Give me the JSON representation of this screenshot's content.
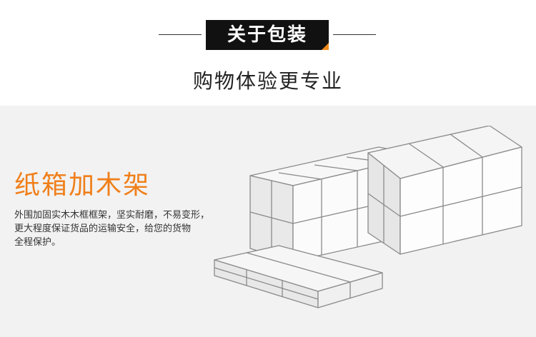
{
  "header": {
    "section_title": "关于包装",
    "subtitle": "购物体验更专业"
  },
  "feature": {
    "title": "纸箱加木架",
    "description_lines": [
      "外围加固实木木框框架，坚实耐磨，不易变形，",
      "更大程度保证货品的运输安全，给您的货物",
      "全程保护。"
    ]
  },
  "colors": {
    "accent": "#f07f1a",
    "title_bg": "#111111",
    "panel_bg": "#f2f2f2"
  },
  "illustration": {
    "icon": "wooden-crate-illustration"
  }
}
